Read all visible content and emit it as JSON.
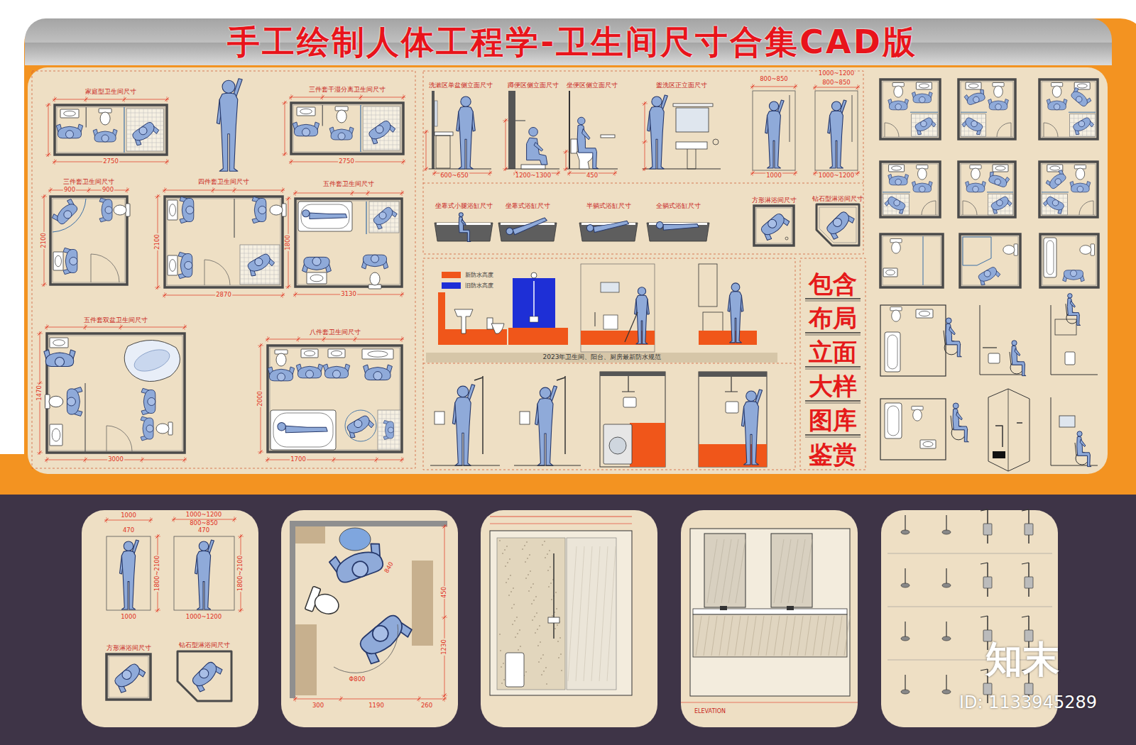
{
  "diagram": {
    "title": "手工绘制人体工程学-卫生间尺寸合集CAD版",
    "nodes": [
      {
        "text": [
          "家庭型卫生间尺寸"
        ]
      },
      {
        "text": [
          "三件套干湿分离卫生间尺寸"
        ]
      },
      {
        "text": [
          "三件套卫生间尺寸"
        ]
      },
      {
        "text": [
          "四件套卫生间尺寸"
        ]
      },
      {
        "text": [
          "五件套卫生间尺寸"
        ]
      },
      {
        "text": [
          "五件套双盆卫生间尺寸"
        ]
      },
      {
        "text": [
          "八件套卫生间尺寸"
        ]
      },
      {
        "text": [
          "洗漱区单盆侧立面尺寸"
        ]
      },
      {
        "text": [
          "蹲便区侧立面尺寸"
        ]
      },
      {
        "text": [
          "坐便区侧立面尺寸"
        ]
      },
      {
        "text": [
          "盥洗区正立面尺寸"
        ]
      },
      {
        "text": [
          "坐靠式小腿浴缸尺寸"
        ]
      },
      {
        "text": [
          "坐靠式浴缸尺寸"
        ]
      },
      {
        "text": [
          "半躺式浴缸尺寸"
        ]
      },
      {
        "text": [
          "全躺式浴缸尺寸"
        ]
      },
      {
        "text": [
          "方形淋浴间尺寸"
        ]
      },
      {
        "text": [
          "钻石型淋浴间尺寸"
        ]
      },
      {
        "text": [
          "方形淋浴间尺寸"
        ]
      },
      {
        "text": [
          "钻石型淋浴间尺寸"
        ]
      }
    ],
    "labels": [
      "2023年卫生间、阳台、厨房最新防水规范",
      "包含布局立面大样图库鉴赏",
      "2750",
      "2750",
      "900",
      "900",
      "2100",
      "2100",
      "2870",
      "1800",
      "3130",
      "1470",
      "3000",
      "2000",
      "1700",
      "600~650",
      "1200~1300",
      "450",
      "800~850",
      "1000~1200",
      "800~850",
      "1000",
      "1000~1200",
      "1000",
      "1000~1200",
      "800~850",
      "470",
      "470",
      "1800~2100",
      "1800~2100",
      "1000",
      "1000~1200",
      "840",
      "Φ800",
      "450",
      "1230",
      "300",
      "1190",
      "260",
      "ELEVATION",
      "知末",
      "ID: 1133945289"
    ],
    "legend": [
      {
        "text": "新防水高度",
        "color": "#F0561A"
      },
      {
        "text": "旧防水高度",
        "color": "#1E2FD6"
      }
    ]
  }
}
